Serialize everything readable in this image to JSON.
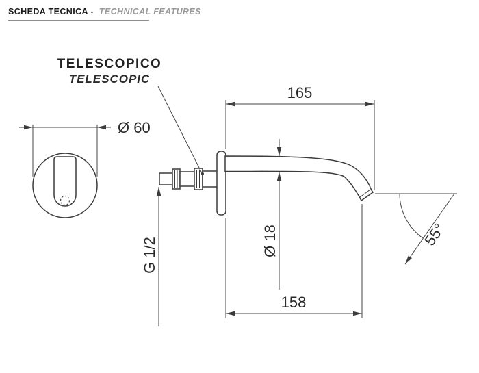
{
  "header": {
    "title": "SCHEDA TECNICA -",
    "subtitle": "TECHNICAL FEATURES"
  },
  "labels": {
    "part_name_it": "TELESCOPICO",
    "part_name_en": "TELESCOPIC"
  },
  "dimensions": {
    "front_diameter": "Ø 60",
    "spout_reach": "165",
    "spout_diameter": "Ø 18",
    "thread": "G 1/2",
    "spray_reach": "158",
    "spray_angle": "55°"
  }
}
